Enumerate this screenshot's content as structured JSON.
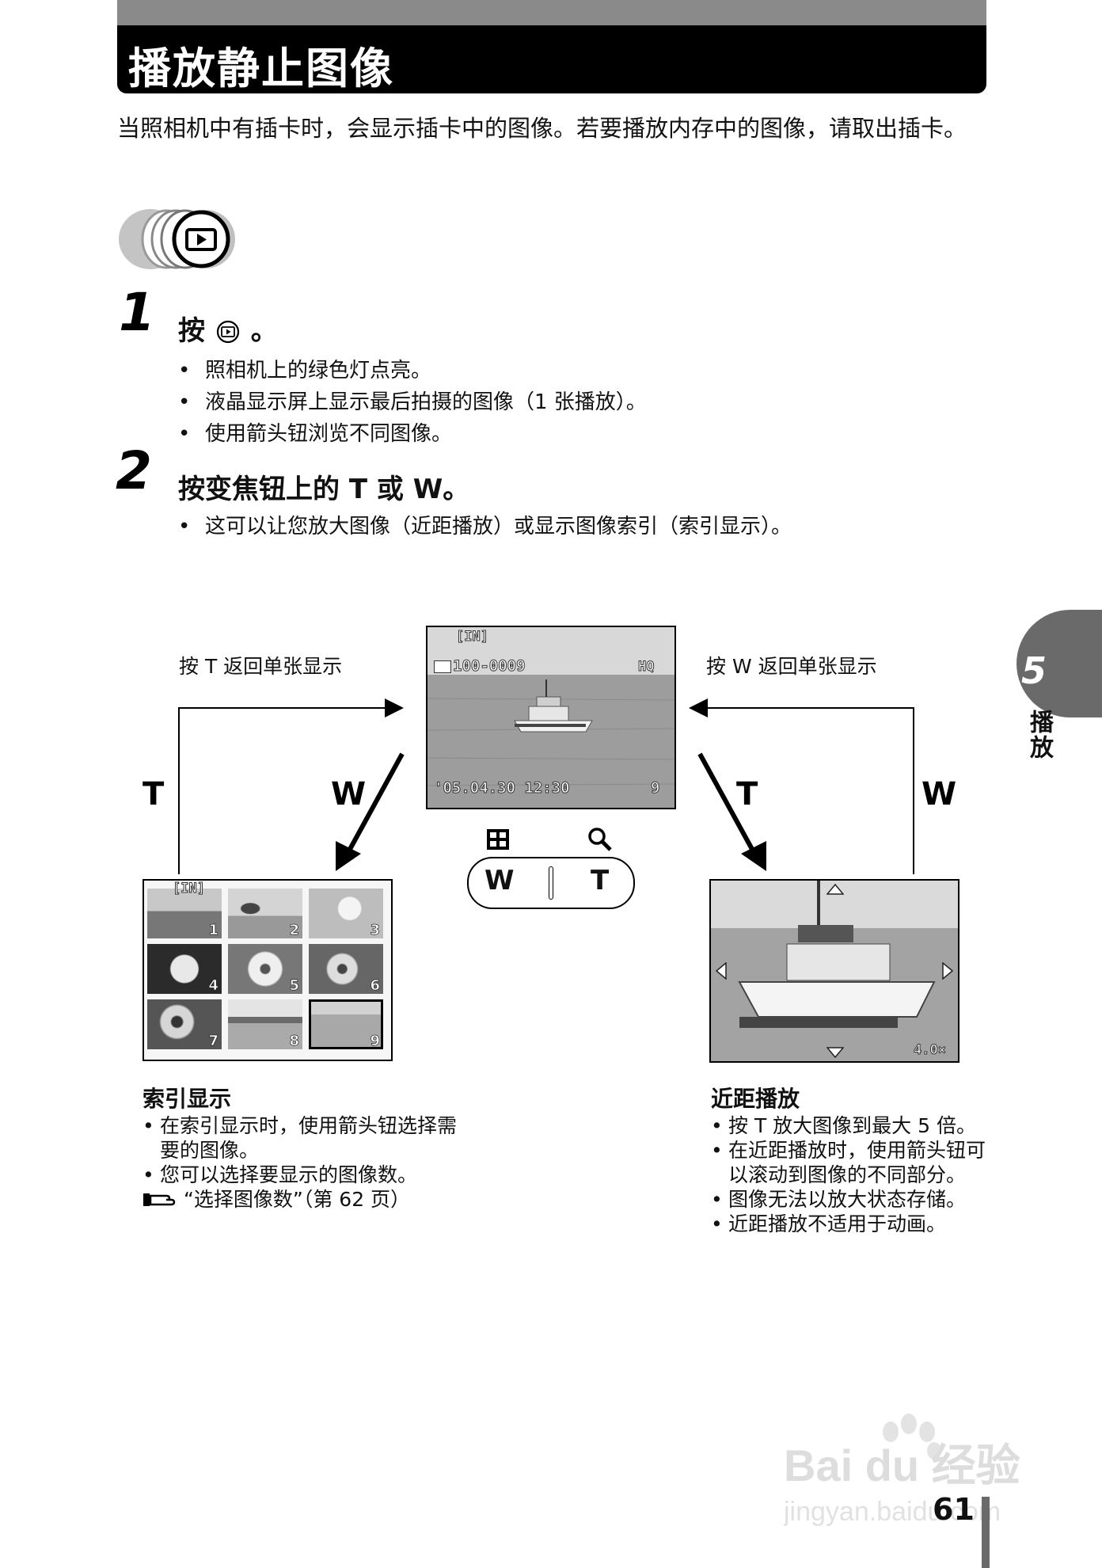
{
  "header": {
    "title": "播放静止图像"
  },
  "intro": "当照相机中有插卡时，会显示插卡中的图像。若要播放内存中的图像，请取出插卡。",
  "mode_icon": "playback-mode-icon",
  "steps": [
    {
      "number": "1",
      "heading": "按 ⓟ。",
      "heading_prefix": "按",
      "heading_suffix": "。",
      "bullets": [
        "照相机上的绿色灯点亮。",
        "液晶显示屏上显示最后拍摄的图像（1 张播放）。",
        "使用箭头钮浏览不同图像。"
      ]
    },
    {
      "number": "2",
      "heading": "按变焦钮上的 T 或 W。",
      "bullets": [
        "这可以让您放大图像（近距播放）或显示图像索引（索引显示）。"
      ]
    }
  ],
  "diagram": {
    "caption_left": "按 T 返回单张显示",
    "caption_right": "按 W 返回单张显示",
    "arrow_t_left": "T",
    "arrow_w_left": "W",
    "arrow_t_right": "T",
    "arrow_w_right": "W",
    "main_screen": {
      "memory": "[IN]",
      "file_no": "100-0009",
      "quality": "HQ",
      "datetime": "'05.04.30  12:30",
      "frame": "9"
    },
    "zoom_lever": {
      "w": "W",
      "t": "T"
    },
    "index_screen": {
      "memory": "[IN]",
      "thumbs": [
        "1",
        "2",
        "3",
        "4",
        "5",
        "6",
        "7",
        "8",
        "9"
      ]
    },
    "closeup_screen": {
      "zoom": "4.0×"
    }
  },
  "index_section": {
    "title": "索引显示",
    "items": [
      "在索引显示时，使用箭头钮选择需要的图像。",
      "您可以选择要显示的图像数。",
      "“选择图像数”（第 62 页）"
    ]
  },
  "closeup_section": {
    "title": "近距播放",
    "items": [
      "按 T 放大图像到最大 5 倍。",
      "在近距播放时，使用箭头钮可以滚动到图像的不同部分。",
      "图像无法以放大状态存储。",
      "近距播放不适用于动画。"
    ]
  },
  "side_tab": {
    "number": "5",
    "label": "播放"
  },
  "page_number": "61",
  "watermark": {
    "brand": "Bai du 经验",
    "url": "jingyan.baidu.com"
  }
}
